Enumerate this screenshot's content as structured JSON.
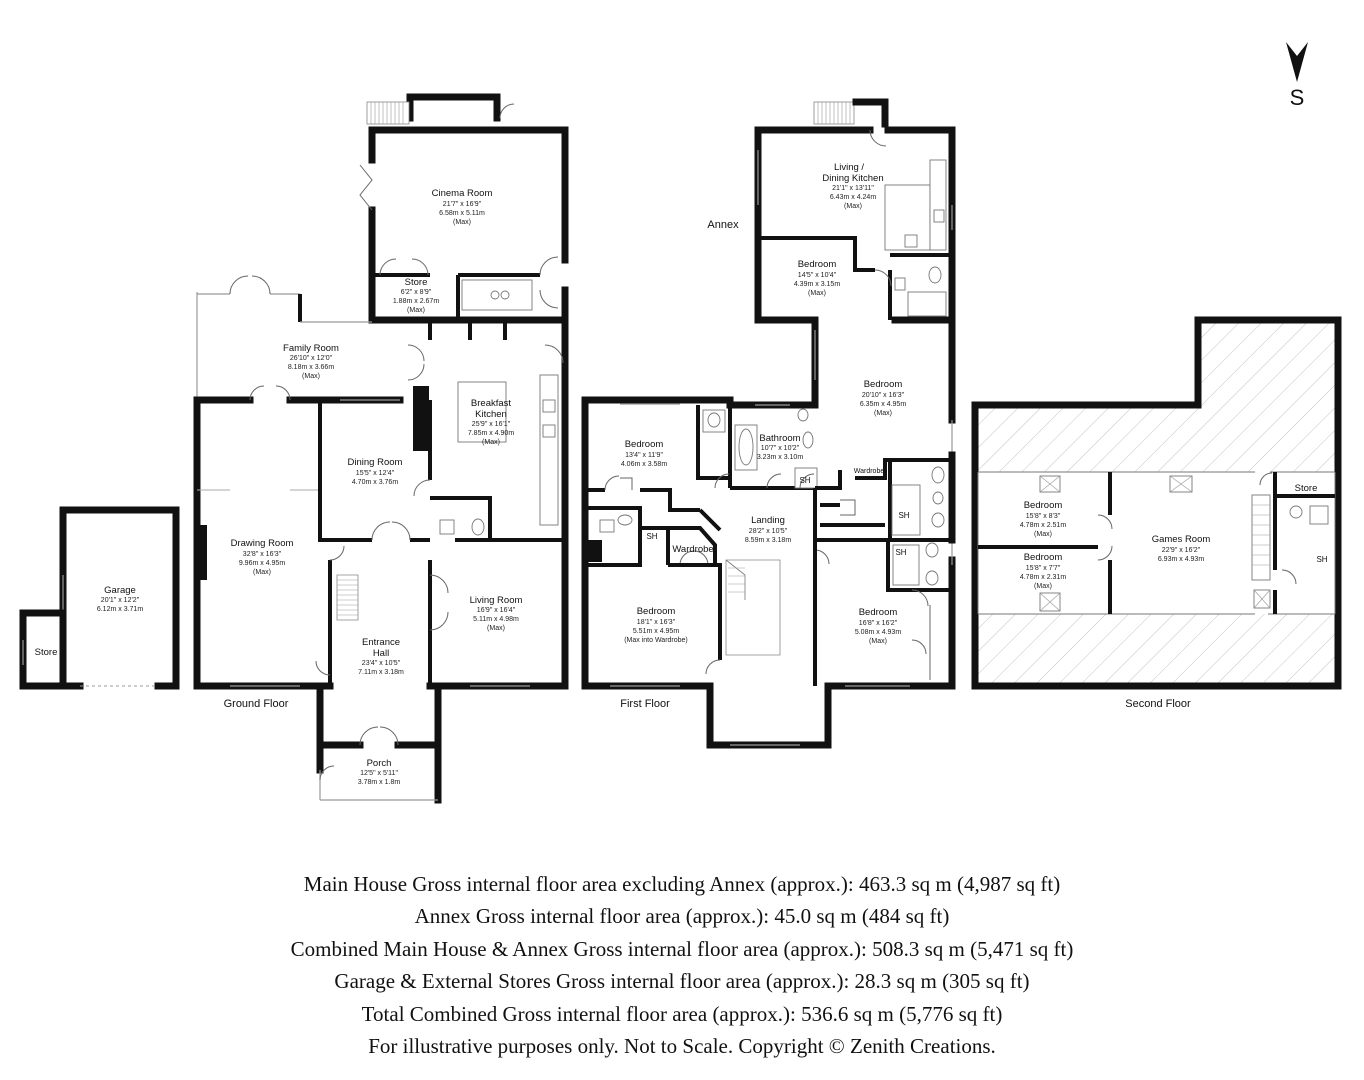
{
  "compass": {
    "letter": "S",
    "icon": "compass-arrow-icon"
  },
  "annex_label": "Annex",
  "floors": {
    "ground": {
      "label": "Ground Floor"
    },
    "first": {
      "label": "First Floor"
    },
    "second": {
      "label": "Second Floor"
    }
  },
  "rooms": {
    "garage": {
      "name": "Garage",
      "imperial": "20'1\" x 12'2\"",
      "metric": "6.12m x 3.71m"
    },
    "garage_store": {
      "name": "Store"
    },
    "cinema": {
      "name": "Cinema Room",
      "imperial": "21'7\" x 16'9\"",
      "metric": "6.58m x 5.11m",
      "note": "(Max)"
    },
    "store": {
      "name": "Store",
      "imperial": "6'2\" x 8'9\"",
      "metric": "1.88m x 2.67m",
      "note": "(Max)"
    },
    "family": {
      "name": "Family Room",
      "imperial": "26'10\" x 12'0\"",
      "metric": "8.18m x 3.66m",
      "note": "(Max)"
    },
    "kitchen": {
      "name1": "Breakfast",
      "name2": "Kitchen",
      "imperial": "25'9\" x 16'1\"",
      "metric": "7.85m x 4.90m",
      "note": "(Max)"
    },
    "dining": {
      "name": "Dining Room",
      "imperial": "15'5\" x 12'4\"",
      "metric": "4.70m x 3.76m"
    },
    "drawing": {
      "name": "Drawing Room",
      "imperial": "32'8\" x 16'3\"",
      "metric": "9.96m x 4.95m",
      "note": "(Max)"
    },
    "living": {
      "name": "Living Room",
      "imperial": "16'9\" x 16'4\"",
      "metric": "5.11m x 4.98m",
      "note": "(Max)"
    },
    "hall": {
      "name1": "Entrance",
      "name2": "Hall",
      "imperial": "23'4\" x 10'5\"",
      "metric": "7.11m x 3.18m"
    },
    "porch": {
      "name": "Porch",
      "imperial": "12'5\" x 5'11\"",
      "metric": "3.78m x 1.8m"
    },
    "annex_living": {
      "name1": "Living /",
      "name2": "Dining Kitchen",
      "imperial": "21'1\" x 13'11\"",
      "metric": "6.43m x 4.24m",
      "note": "(Max)"
    },
    "annex_bedroom": {
      "name": "Bedroom",
      "imperial": "14'5\" x 10'4\"",
      "metric": "4.39m x 3.15m",
      "note": "(Max)"
    },
    "ff_bedroom_1": {
      "name": "Bedroom",
      "imperial": "13'4\" x 11'9\"",
      "metric": "4.06m x 3.58m"
    },
    "ff_bathroom": {
      "name": "Bathroom",
      "imperial": "10'7\" x 10'2\"",
      "metric": "3.23m x 3.10m"
    },
    "ff_bedroom_2": {
      "name": "Bedroom",
      "imperial": "20'10\" x 16'3\"",
      "metric": "6.35m x 4.95m",
      "note": "(Max)"
    },
    "ff_landing": {
      "name": "Landing",
      "imperial": "28'2\" x 10'5\"",
      "metric": "8.59m x 3.18m"
    },
    "ff_bedroom_3": {
      "name": "Bedroom",
      "imperial": "18'1\" x 16'3\"",
      "metric": "5.51m x 4.95m",
      "note": "(Max into Wardrobe)"
    },
    "ff_bedroom_4": {
      "name": "Bedroom",
      "imperial": "16'8\" x 16'2\"",
      "metric": "5.08m x 4.93m",
      "note": "(Max)"
    },
    "ff_wardrobe": {
      "name": "Wardrobe"
    },
    "ff_wardrobe_small": {
      "name": "Wardrobe"
    },
    "sh": "SH",
    "sf_bedroom_1": {
      "name": "Bedroom",
      "imperial": "15'8\" x 8'3\"",
      "metric": "4.78m x 2.51m",
      "note": "(Max)"
    },
    "sf_bedroom_2": {
      "name": "Bedroom",
      "imperial": "15'8\" x 7'7\"",
      "metric": "4.78m x 2.31m",
      "note": "(Max)"
    },
    "games": {
      "name": "Games Room",
      "imperial": "22'9\" x 16'2\"",
      "metric": "6.93m x 4.93m"
    },
    "sf_store": {
      "name": "Store"
    }
  },
  "footer": {
    "line1": "Main House Gross internal floor area excluding Annex (approx.): 463.3 sq m (4,987 sq ft)",
    "line2": "Annex Gross internal floor area (approx.): 45.0 sq m (484 sq ft)",
    "line3": "Combined Main House & Annex Gross internal floor area (approx.): 508.3 sq m (5,471 sq ft)",
    "line4": "Garage & External Stores Gross internal floor area (approx.): 28.3 sq m (305 sq ft)",
    "line5": "Total Combined Gross internal floor area (approx.): 536.6 sq m (5,776 sq ft)",
    "line6": "For illustrative purposes only. Not to Scale. Copyright © Zenith Creations."
  }
}
